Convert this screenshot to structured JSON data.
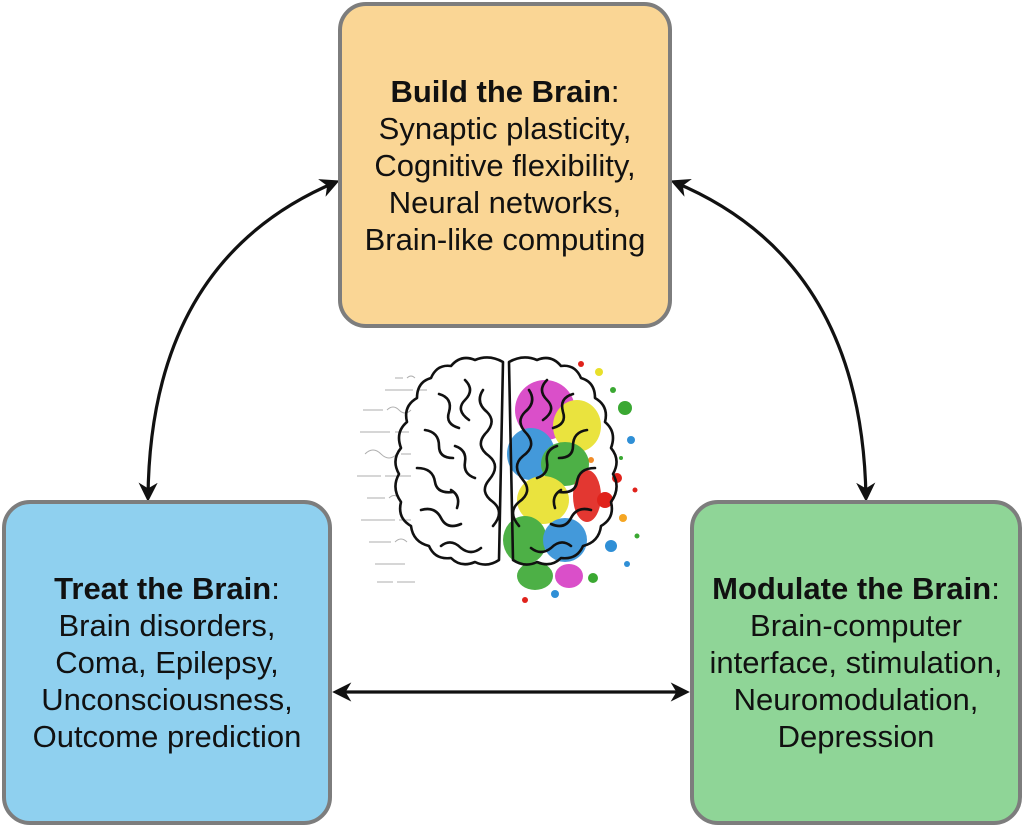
{
  "build": {
    "heading": "Build the Brain",
    "colon": ":",
    "lines": [
      "Synaptic plasticity,",
      "Cognitive flexibility,",
      "Neural networks,",
      "Brain-like computing"
    ]
  },
  "treat": {
    "heading": "Treat the Brain",
    "colon": ":",
    "lines": [
      "Brain disorders,",
      "Coma, Epilepsy,",
      "Unconsciousness,",
      "Outcome prediction"
    ]
  },
  "modulate": {
    "heading": "Modulate the Brain",
    "colon": ":",
    "lines": [
      "Brain-computer",
      "interface, stimulation,",
      "Neuromodulation,",
      "Depression"
    ]
  },
  "colors": {
    "build": "#fad695",
    "treat": "#8fd0ef",
    "modulate": "#8fd597",
    "border": "#7d7d7d",
    "arrow": "#111111"
  },
  "icons": [
    "brain-illustration-icon",
    "double-headed-arrow-icon"
  ]
}
